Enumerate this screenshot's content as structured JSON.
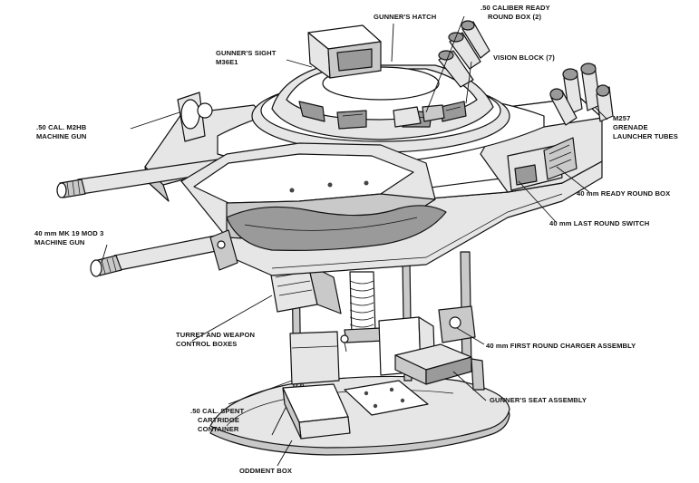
{
  "labels": {
    "gunners_hatch": "GUNNER'S HATCH",
    "ready_round_box_50_l1": ".50 CALIBER READY",
    "ready_round_box_50_l2": "ROUND BOX (2)",
    "gunners_sight_l1": "GUNNER'S SIGHT",
    "gunners_sight_l2": "M36E1",
    "vision_block": "VISION BLOCK (7)",
    "m2hb_l1": ".50 CAL. M2HB",
    "m2hb_l2": "MACHINE GUN",
    "m257_l1": "M257",
    "m257_l2": "GRENADE",
    "m257_l3": "LAUNCHER TUBES",
    "ready_round_box_40": "40 mm READY ROUND BOX",
    "mk19_l1": "40 mm MK 19 MOD 3",
    "mk19_l2": "MACHINE GUN",
    "last_round_switch": "40 mm LAST ROUND SWITCH",
    "turret_boxes_l1": "TURRET AND WEAPON",
    "turret_boxes_l2": "CONTROL BOXES",
    "first_round_charger": "40 mm FIRST ROUND CHARGER ASSEMBLY",
    "spent_cartridge_l1": ".50 CAL. SPENT",
    "spent_cartridge_l2": "CARTRIDGE",
    "spent_cartridge_l3": "CONTAINER",
    "gunners_seat": "GUNNER'S SEAT ASSEMBLY",
    "oddment_box": "ODDMENT BOX"
  }
}
